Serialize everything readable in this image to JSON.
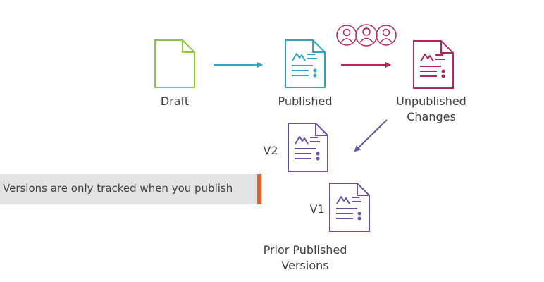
{
  "labels": {
    "draft": "Draft",
    "published": "Published",
    "unpublished_1": "Unpublished",
    "unpublished_2": "Changes",
    "v2": "V2",
    "v1": "V1",
    "prior_1": "Prior Published",
    "prior_2": "Versions"
  },
  "callout": {
    "text": "Versions are only tracked when you publish"
  },
  "colors": {
    "draft": "#8dc63f",
    "published": "#2fa3c3",
    "unpublished": "#b0275f",
    "version": "#6950a1",
    "accent": "#e8602c",
    "text": "#404040"
  },
  "icons": {
    "draft": "blank-document-icon",
    "published": "document-with-image-and-list-icon",
    "users": "user-group-icon"
  }
}
